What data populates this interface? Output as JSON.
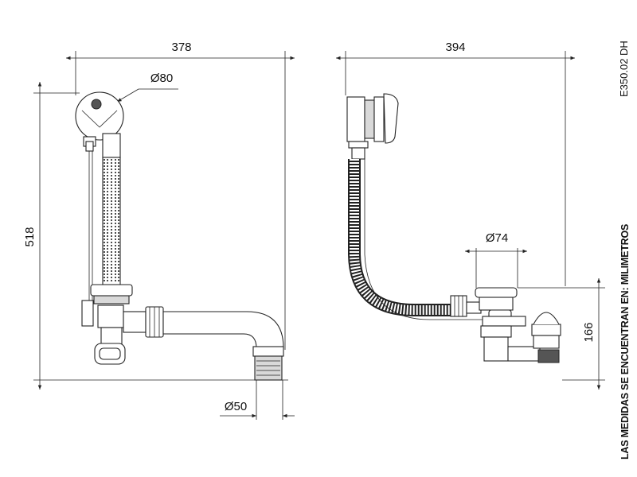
{
  "dimensions": {
    "front_width": "378",
    "side_width": "394",
    "height": "518",
    "overflow_diameter": "Ø80",
    "waste_diameter": "Ø74",
    "outlet_diameter": "Ø50",
    "trap_height": "166"
  },
  "product_code": "E350.02 DH",
  "note": "LAS MEDIDAS SE ENCUENTRAN EN: MILIMETROS",
  "arrow_marker": "arrow-icon"
}
